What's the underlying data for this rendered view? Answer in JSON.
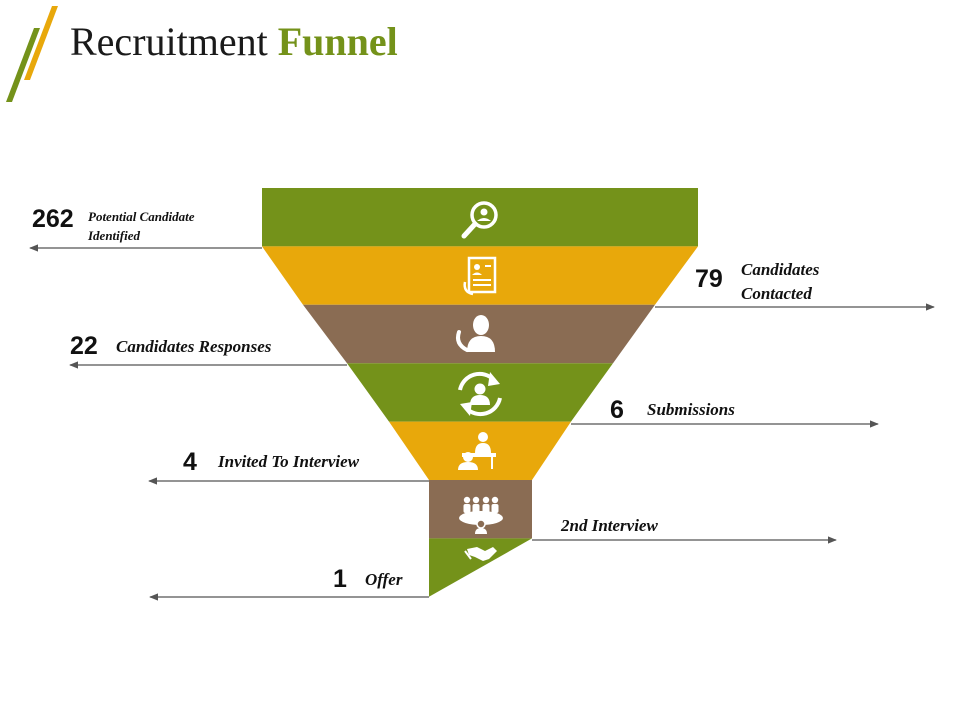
{
  "title": {
    "main": "Recruitment",
    "highlight": "Funnel"
  },
  "colors": {
    "green": "#74921a",
    "gold": "#e8a80b",
    "brown": "#8a6c53",
    "text": "#111111"
  },
  "stages": [
    {
      "value": "262",
      "label": "Potential Candidate",
      "label2": "Identified",
      "icon": "search-user-icon",
      "color": "green"
    },
    {
      "value": "79",
      "label": "Candidates",
      "label2": "Contacted",
      "icon": "resume-document-icon",
      "color": "gold"
    },
    {
      "value": "22",
      "label": "Candidates Responses",
      "label2": "",
      "icon": "user-phone-icon",
      "color": "brown"
    },
    {
      "value": "6",
      "label": "Submissions",
      "label2": "",
      "icon": "user-refresh-icon",
      "color": "green"
    },
    {
      "value": "4",
      "label": "Invited To Interview",
      "label2": "",
      "icon": "interview-desk-icon",
      "color": "gold"
    },
    {
      "value": "",
      "label": "2nd Interview",
      "label2": "",
      "icon": "meeting-table-icon",
      "color": "brown"
    },
    {
      "value": "1",
      "label": "Offer",
      "label2": "",
      "icon": "handshake-icon",
      "color": "green"
    }
  ]
}
